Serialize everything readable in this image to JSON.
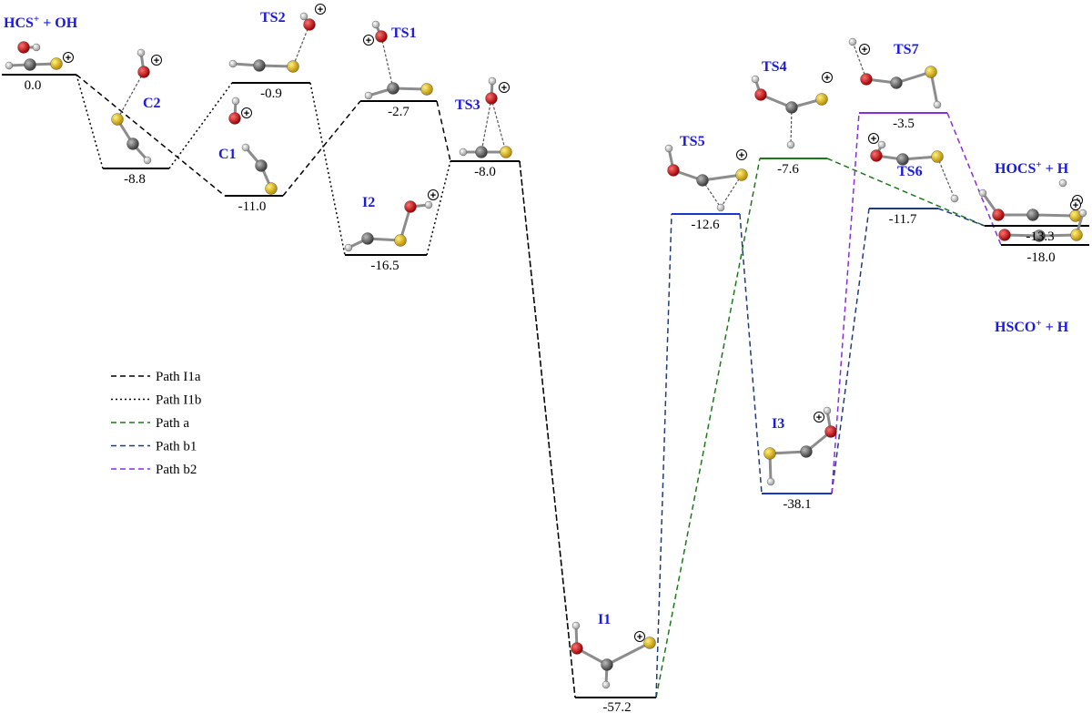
{
  "diagram": {
    "states": [
      {
        "id": "r",
        "name": "HCS⁺ + OH",
        "energy": "0.0"
      },
      {
        "id": "c2",
        "name": "C2",
        "energy": "-8.8"
      },
      {
        "id": "ts2",
        "name": "TS2",
        "energy": "-0.9"
      },
      {
        "id": "c1",
        "name": "C1",
        "energy": "-11.0"
      },
      {
        "id": "ts1",
        "name": "TS1",
        "energy": "-2.7"
      },
      {
        "id": "i2",
        "name": "I2",
        "energy": "-16.5"
      },
      {
        "id": "ts3",
        "name": "TS3",
        "energy": "-8.0"
      },
      {
        "id": "i1",
        "name": "I1",
        "energy": "-57.2"
      },
      {
        "id": "ts5",
        "name": "TS5",
        "energy": "-12.6"
      },
      {
        "id": "ts4",
        "name": "TS4",
        "energy": "-7.6"
      },
      {
        "id": "i3",
        "name": "I3",
        "energy": "-38.1"
      },
      {
        "id": "ts7",
        "name": "TS7",
        "energy": "-3.5"
      },
      {
        "id": "ts6",
        "name": "TS6",
        "energy": "-11.7"
      },
      {
        "id": "p1",
        "name": "HOCS⁺ + H",
        "energy": "-13.3"
      },
      {
        "id": "p2",
        "name": "HSCO⁺ + H",
        "energy": "-18.0"
      }
    ],
    "paths": [
      {
        "name": "Path I1a",
        "color": "#000000",
        "style": "dashed",
        "sequence": [
          "r",
          "c1",
          "ts1",
          "ts3",
          "i1"
        ]
      },
      {
        "name": "Path I1b",
        "color": "#000000",
        "style": "dotted",
        "sequence": [
          "r",
          "c2",
          "ts2",
          "i2",
          "ts3",
          "i1"
        ]
      },
      {
        "name": "Path a",
        "color": "#1a7a1a",
        "style": "dashed",
        "sequence": [
          "i1",
          "ts4",
          "p1"
        ]
      },
      {
        "name": "Path b1",
        "color": "#1f3b7a",
        "style": "dashed",
        "sequence": [
          "i1",
          "ts5",
          "i3",
          "ts6",
          "p1"
        ]
      },
      {
        "name": "Path b2",
        "color": "#8a2be2",
        "style": "dashed",
        "sequence": [
          "i3",
          "ts7",
          "p2"
        ]
      }
    ],
    "atom_colors": {
      "H": "#e0e0e0",
      "C": "#707070",
      "O": "#cc1010",
      "S": "#e6b800"
    },
    "charge_symbol": "+"
  }
}
